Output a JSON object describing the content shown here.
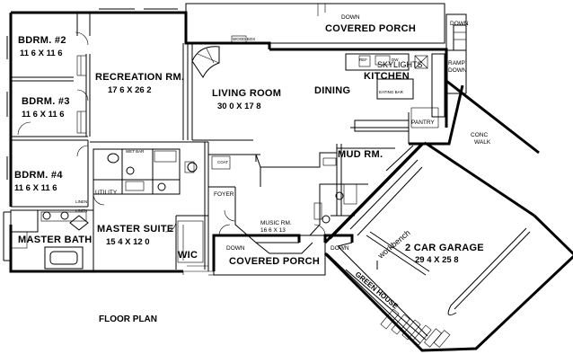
{
  "rooms": {
    "bdrm2": {
      "name": "BDRM. #2",
      "size": "11 6 X 11 6"
    },
    "bdrm3": {
      "name": "BDRM. #3",
      "size": "11 6 X 11 6"
    },
    "bdrm4": {
      "name": "BDRM. #4",
      "size": "11 6 X 11 6"
    },
    "recreation": {
      "name": "RECREATION RM.",
      "size": "17 6 X 26 2"
    },
    "living": {
      "name": "LIVING ROOM",
      "size": "30 0 X 17 8"
    },
    "dining": {
      "name": "DINING"
    },
    "kitchen": {
      "name": "KITCHEN"
    },
    "skylights": {
      "name": "SKYLIGHTS"
    },
    "pantry": {
      "name": "PANTRY"
    },
    "mud": {
      "name": "MUD RM."
    },
    "music": {
      "name": "MUSIC RM.",
      "size": "16 6 X 13"
    },
    "foyer": {
      "name": "FOYER"
    },
    "utility": {
      "name": "UTILITY"
    },
    "master_suite": {
      "name": "MASTER SUITE",
      "size": "15 4 X 12 0"
    },
    "master_bath": {
      "name": "MASTER BATH"
    },
    "wic": {
      "name": "WIC"
    },
    "garage": {
      "name": "2 CAR GARAGE",
      "size": "29 4 X 25 8"
    },
    "workbench": {
      "name": "workbench"
    },
    "green_house": {
      "name": "GREEN HOUSE"
    }
  },
  "porches": {
    "top": "COVERED PORCH",
    "bottom": "COVERED PORCH"
  },
  "annotations": {
    "down_top": "DOWN",
    "down_right": "DOWN",
    "ramp": "RAMP",
    "ramp_down": "DOWN",
    "conc": "CONC",
    "walk": "WALK",
    "down_porch_left": "DOWN",
    "down_porch_right": "DOWN",
    "eating_bar": "EATING BAR",
    "ref": "REF",
    "dw": "DW",
    "wood_box": "WOOD BOX",
    "linen1": "LINEN",
    "linen2": "LINEN",
    "coat": "COAT",
    "wet_bar": "WET BAR"
  },
  "caption": "FLOOR PLAN"
}
